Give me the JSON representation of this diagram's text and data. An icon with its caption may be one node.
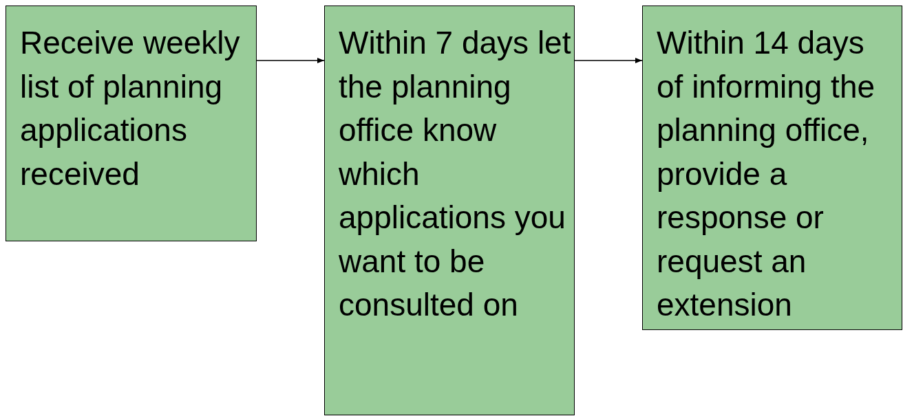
{
  "diagram": {
    "nodes": [
      {
        "text": [
          "Receive weekly list of planning applications received"
        ]
      },
      {
        "text": [
          "Within 7 days let the planning office know which applications you want to be consulted on"
        ]
      },
      {
        "text": [
          "Within 14 days of informing the planning office, provide a response or request an extension"
        ]
      }
    ],
    "edges": [
      {
        "from": 0,
        "to": 1,
        "arrow": "to"
      },
      {
        "from": 1,
        "to": 2,
        "arrow": "to"
      }
    ]
  }
}
